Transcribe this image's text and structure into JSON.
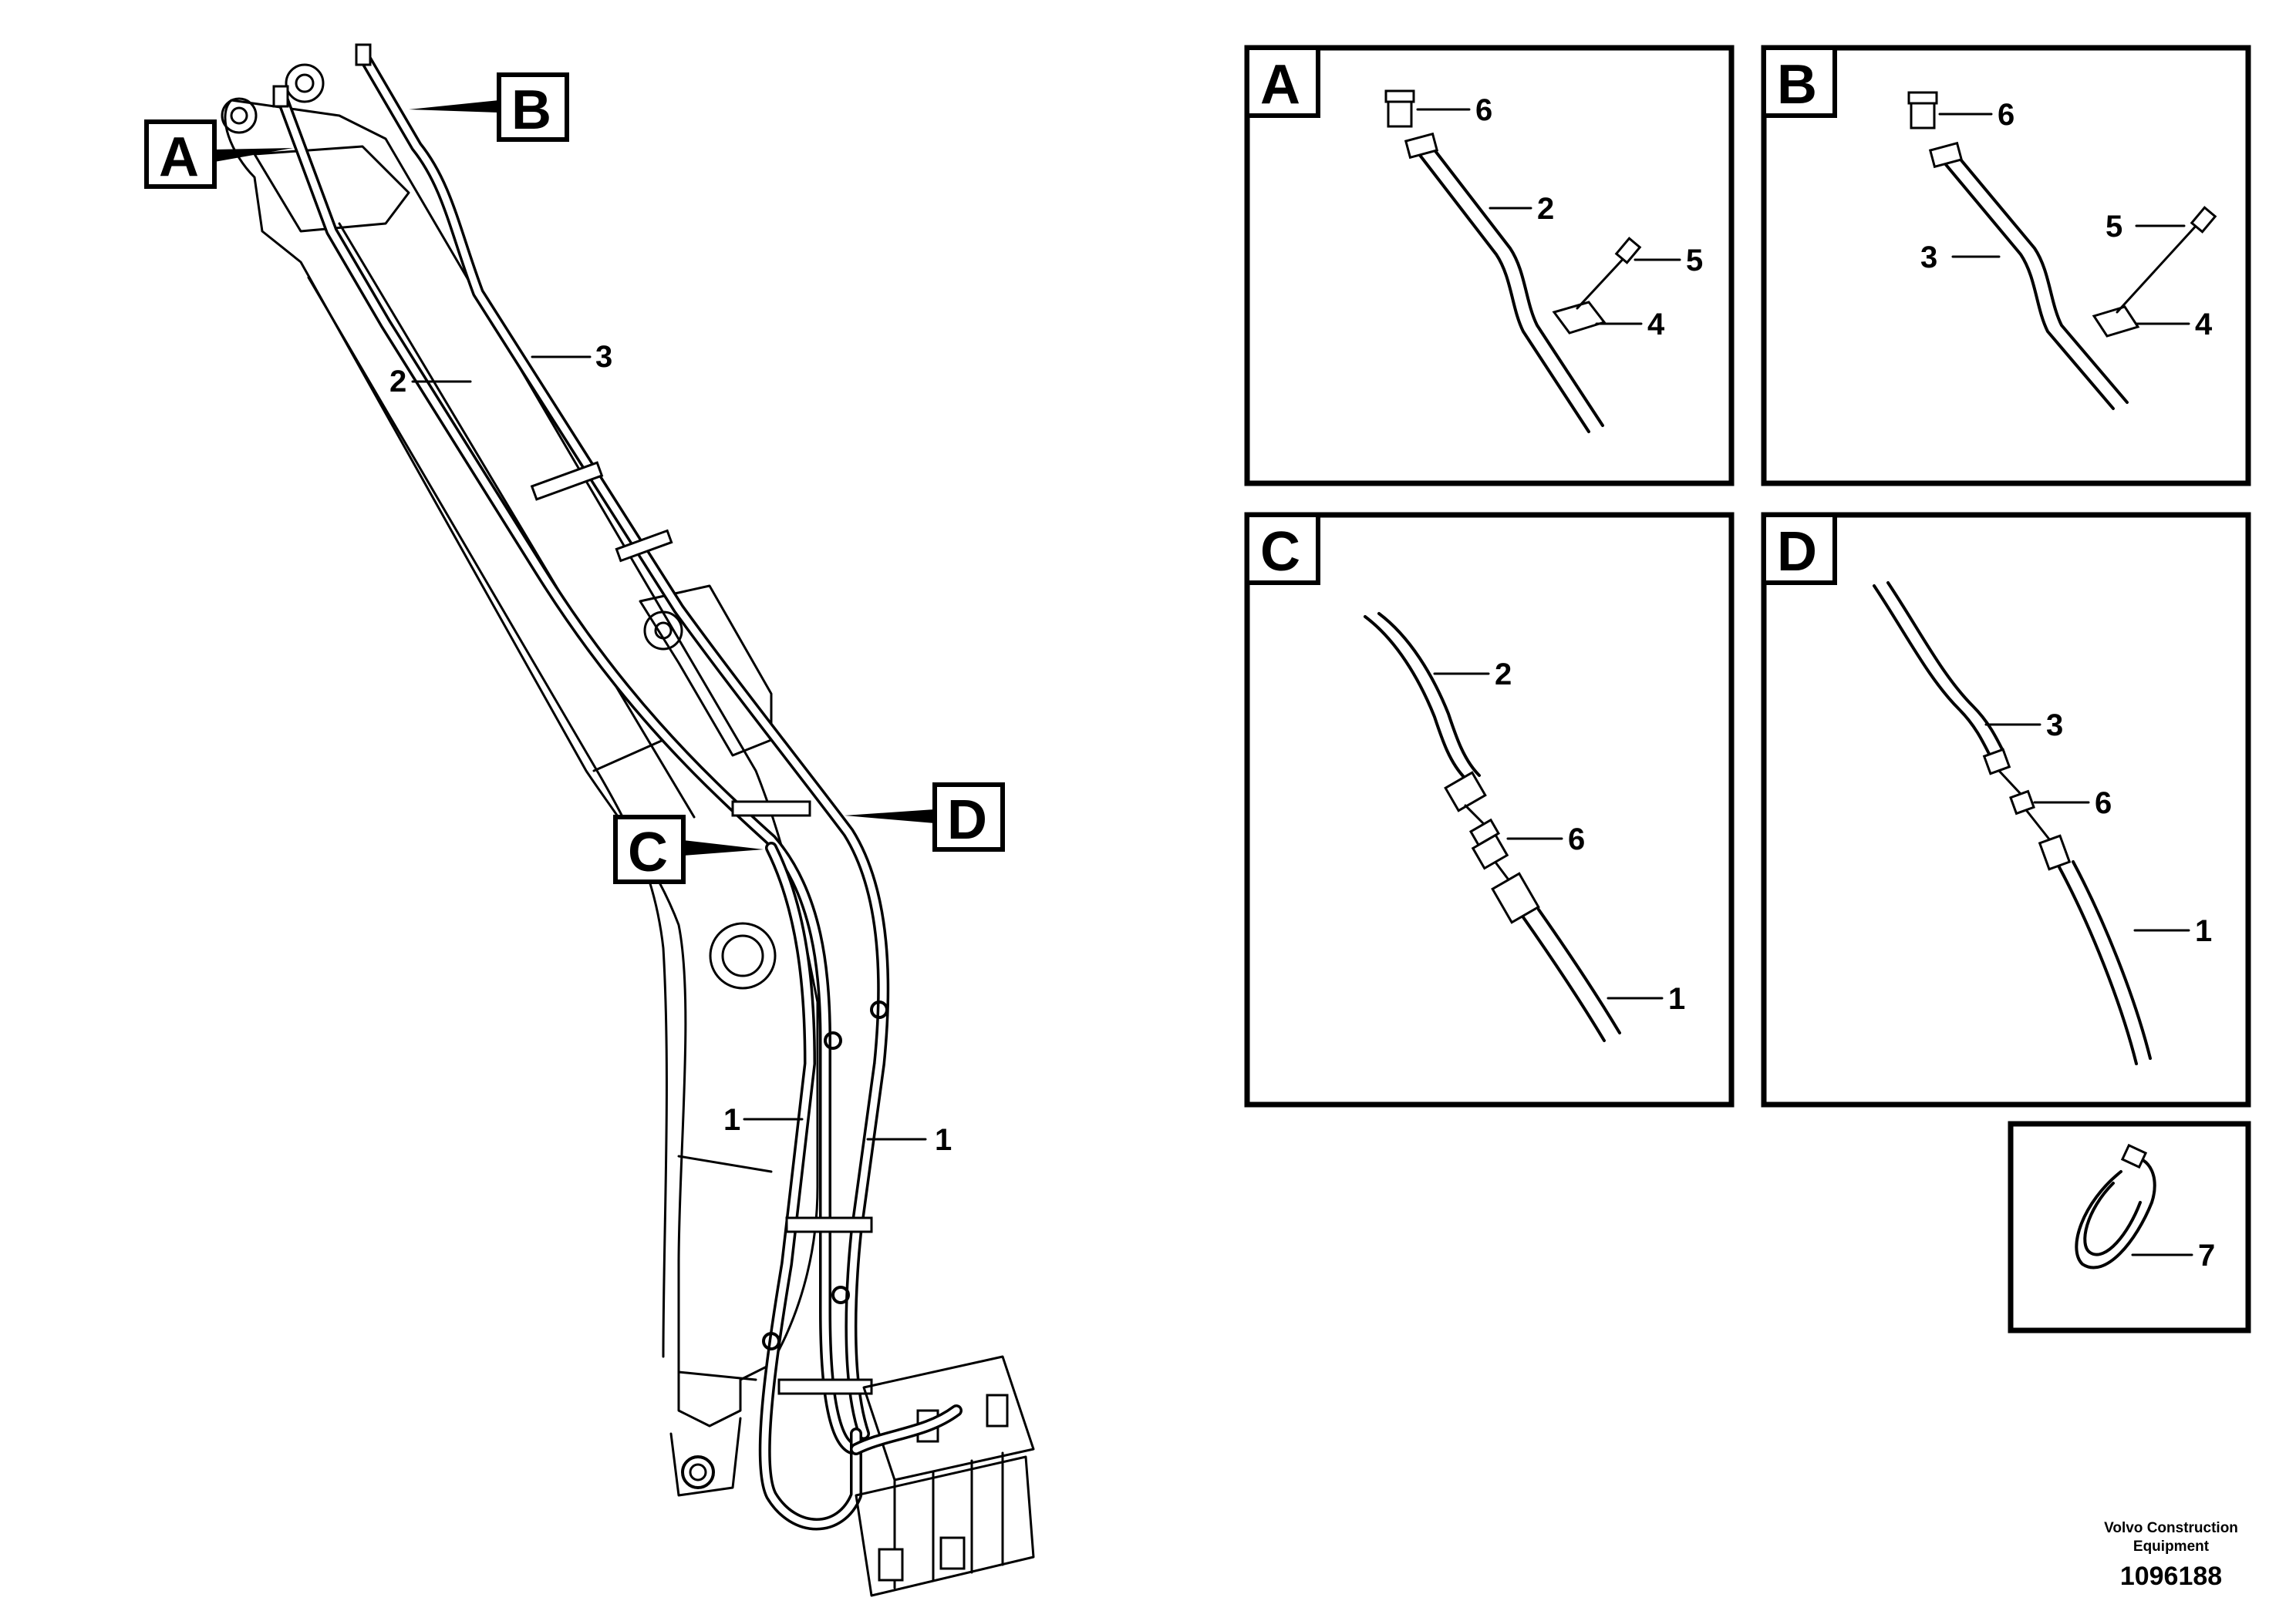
{
  "detail_labels": {
    "a": "A",
    "b": "B",
    "c": "C",
    "d": "D"
  },
  "main_callouts": {
    "p1": "1",
    "p2": "2",
    "p3": "3"
  },
  "detail_a": {
    "c6": "6",
    "c2": "2",
    "c5": "5",
    "c4": "4"
  },
  "detail_b": {
    "c6": "6",
    "c3": "3",
    "c5": "5",
    "c4": "4"
  },
  "detail_c": {
    "c2": "2",
    "c6": "6",
    "c1": "1"
  },
  "detail_d": {
    "c3": "3",
    "c6": "6",
    "c1": "1"
  },
  "detail_tie": {
    "c7": "7"
  },
  "footer": {
    "brand_line1": "Volvo Construction",
    "brand_line2": "Equipment",
    "ref_number": "1096188"
  }
}
